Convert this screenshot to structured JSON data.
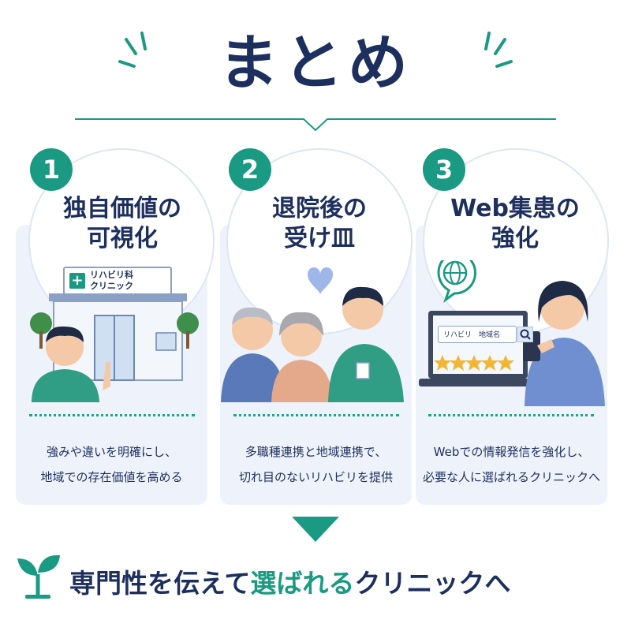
{
  "header": {
    "title": "まとめ"
  },
  "cards": [
    {
      "number": "1",
      "title_lines": [
        "独自価値の",
        "可視化"
      ],
      "sign_lines": [
        "リハビリ科",
        "クリニック"
      ],
      "desc_lines": [
        "強みや違いを明確にし、",
        "地域での存在価値を高める"
      ]
    },
    {
      "number": "2",
      "title_lines": [
        "退院後の",
        "受け皿"
      ],
      "desc_lines": [
        "多職種連携と地域連携で、",
        "切れ目のないリハビリを提供"
      ]
    },
    {
      "number": "3",
      "title_lines": [
        "Web集患の",
        "強化"
      ],
      "search_text": "リハビリ　地域名",
      "desc_lines": [
        "Webでの情報発信を強化し、",
        "必要な人に選ばれるクリニックへ"
      ]
    }
  ],
  "conclusion": {
    "part1": "専門性を伝えて",
    "highlight": "選ばれる",
    "part2": "クリニックへ"
  },
  "colors": {
    "navy": "#1d2f5e",
    "teal": "#1a9a82",
    "card_bg": "#eef3fb"
  }
}
